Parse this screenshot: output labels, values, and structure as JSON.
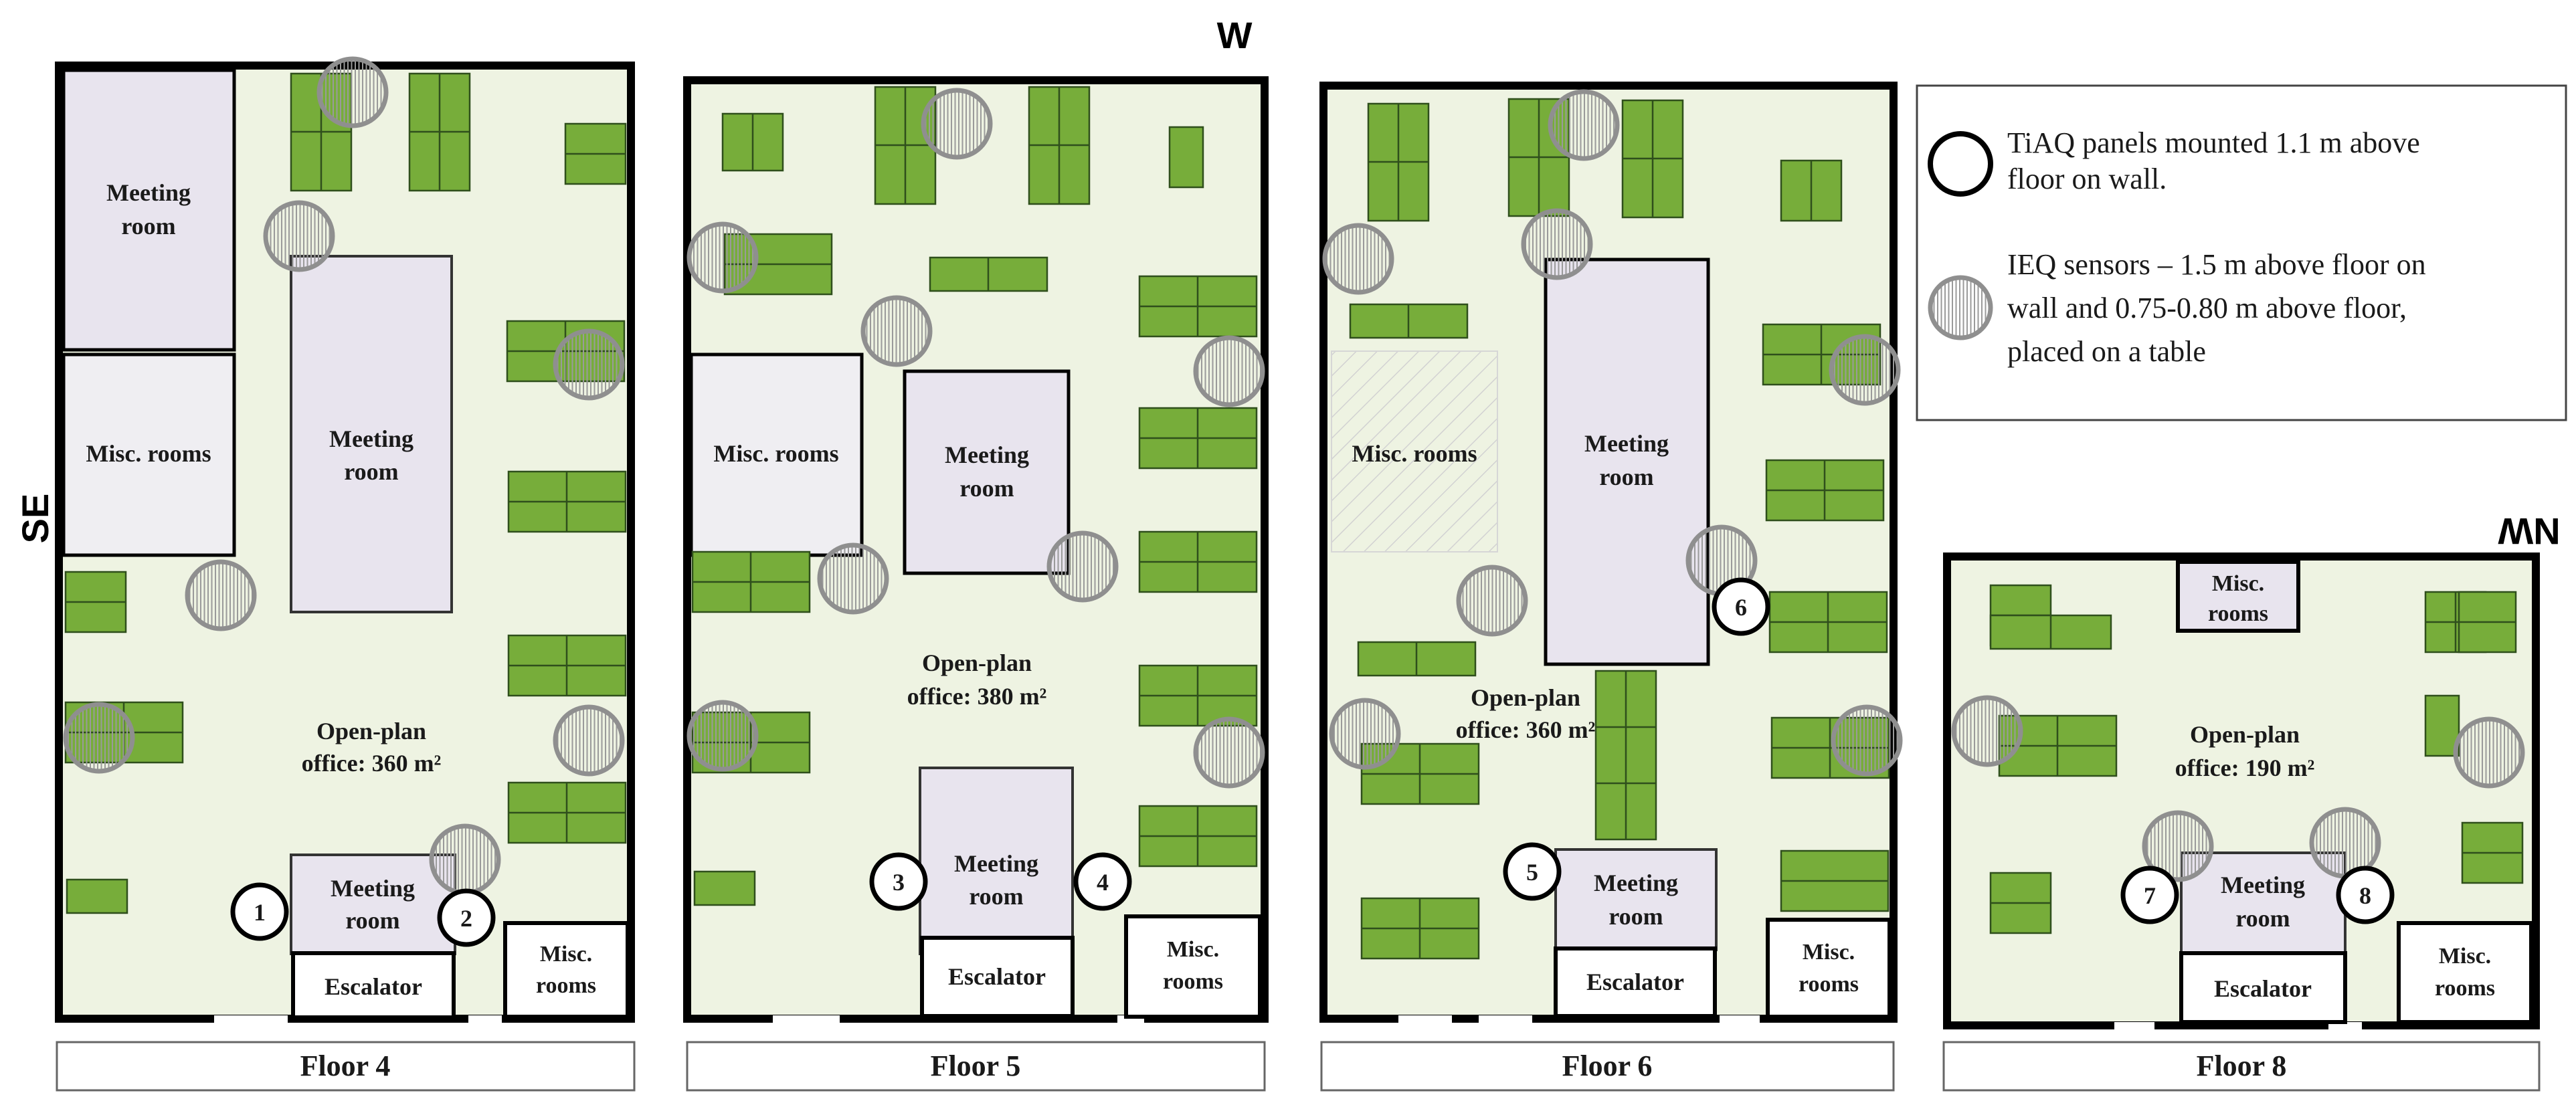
{
  "orientation": {
    "west": "W",
    "southeast": "SE",
    "northwest": "NW"
  },
  "legend": {
    "panel_line1": "TiAQ panels mounted 1.1 m above",
    "panel_line2": "floor on wall.",
    "sensor_line1": "IEQ sensors – 1.5 m above floor on",
    "sensor_line2": "wall and 0.75-0.80 m above floor,",
    "sensor_line3": "placed on a table"
  },
  "rooms": {
    "meeting_1": "Meeting",
    "meeting_2": "room",
    "misc_1": "Misc.",
    "misc_2": "rooms",
    "misc_full": "Misc. rooms",
    "escalator": "Escalator"
  },
  "floors": {
    "f4": {
      "label": "Floor 4",
      "open_plan_1": "Open-plan",
      "open_plan_2": "office: 360 m²"
    },
    "f5": {
      "label": "Floor 5",
      "open_plan_1": "Open-plan",
      "open_plan_2": "office: 380 m²"
    },
    "f6": {
      "label": "Floor 6",
      "open_plan_1": "Open-plan",
      "open_plan_2": "office: 360 m²"
    },
    "f8": {
      "label": "Floor 8",
      "open_plan_1": "Open-plan",
      "open_plan_2": "office: 190 m²"
    }
  },
  "panel_numbers": [
    "1",
    "2",
    "3",
    "4",
    "5",
    "6",
    "7",
    "8"
  ],
  "colors": {
    "floor_fill": "#eef3e2",
    "room_fill": "#e8e4ee",
    "desk_fill": "#77ad3a",
    "sensor_stroke": "#8f8f8f",
    "wall": "#000000"
  }
}
